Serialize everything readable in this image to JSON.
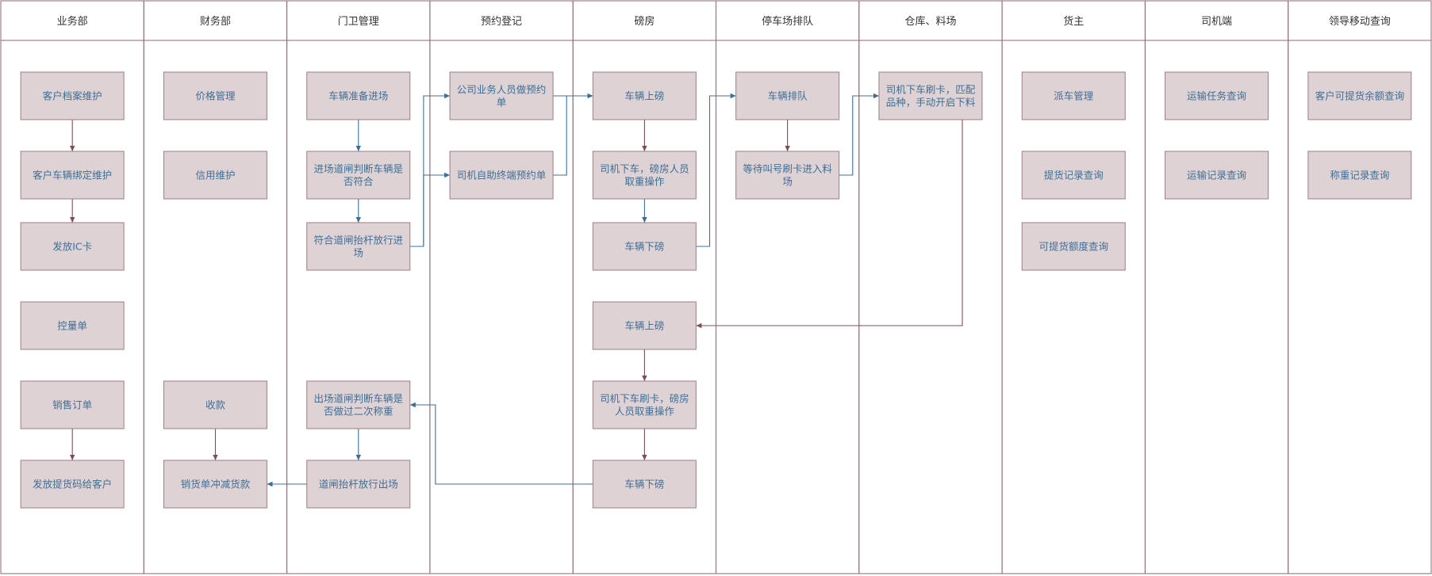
{
  "lanes": [
    "业务部",
    "财务部",
    "门卫管理",
    "预约登记",
    "磅房",
    "停车场排队",
    "仓库、料场",
    "货主",
    "司机端",
    "领导移动查询"
  ],
  "nodes": [
    {
      "id": "n1",
      "lane": 0,
      "row": 0,
      "lines": [
        "客户档案维护"
      ]
    },
    {
      "id": "n2",
      "lane": 0,
      "row": 1,
      "lines": [
        "客户车辆绑定维护"
      ]
    },
    {
      "id": "n3",
      "lane": 0,
      "row": 2,
      "lines": [
        "发放IC卡"
      ]
    },
    {
      "id": "n4",
      "lane": 0,
      "row": 3,
      "lines": [
        "控量单"
      ]
    },
    {
      "id": "n5",
      "lane": 0,
      "row": 4,
      "lines": [
        "销售订单"
      ]
    },
    {
      "id": "n6",
      "lane": 0,
      "row": 5,
      "lines": [
        "发放提货码给客户"
      ]
    },
    {
      "id": "f1",
      "lane": 1,
      "row": 0,
      "lines": [
        "价格管理"
      ]
    },
    {
      "id": "f2",
      "lane": 1,
      "row": 1,
      "lines": [
        "信用维护"
      ]
    },
    {
      "id": "f3",
      "lane": 1,
      "row": 4,
      "lines": [
        "收款"
      ]
    },
    {
      "id": "f4",
      "lane": 1,
      "row": 5,
      "lines": [
        "销货单冲减货款"
      ]
    },
    {
      "id": "g1",
      "lane": 2,
      "row": 0,
      "lines": [
        "车辆准备进场"
      ]
    },
    {
      "id": "g2",
      "lane": 2,
      "row": 1,
      "lines": [
        "进场道闸判断车辆是",
        "否符合"
      ]
    },
    {
      "id": "g3",
      "lane": 2,
      "row": 2,
      "lines": [
        "符合道闸抬杆放行进",
        "场"
      ]
    },
    {
      "id": "g4",
      "lane": 2,
      "row": 4,
      "lines": [
        "出场道闸判断车辆是",
        "否做过二次称重"
      ]
    },
    {
      "id": "g5",
      "lane": 2,
      "row": 5,
      "lines": [
        "道闸抬杆放行出场"
      ]
    },
    {
      "id": "r1",
      "lane": 3,
      "row": 0,
      "lines": [
        "公司业务人员做预约",
        "单"
      ]
    },
    {
      "id": "r2",
      "lane": 3,
      "row": 1,
      "lines": [
        "司机自助终端预约单"
      ]
    },
    {
      "id": "w1",
      "lane": 4,
      "row": 0,
      "lines": [
        "车辆上磅"
      ]
    },
    {
      "id": "w2",
      "lane": 4,
      "row": 1,
      "lines": [
        "司机下车，磅房人员",
        "取重操作"
      ]
    },
    {
      "id": "w3",
      "lane": 4,
      "row": 2,
      "lines": [
        "车辆下磅"
      ]
    },
    {
      "id": "w4",
      "lane": 4,
      "row": 3,
      "lines": [
        "车辆上磅"
      ]
    },
    {
      "id": "w5",
      "lane": 4,
      "row": 4,
      "lines": [
        "司机下车刷卡，磅房",
        "人员取重操作"
      ]
    },
    {
      "id": "w6",
      "lane": 4,
      "row": 5,
      "lines": [
        "车辆下磅"
      ]
    },
    {
      "id": "p1",
      "lane": 5,
      "row": 0,
      "lines": [
        "车辆排队"
      ]
    },
    {
      "id": "p2",
      "lane": 5,
      "row": 1,
      "lines": [
        "等待叫号刷卡进入料",
        "场"
      ]
    },
    {
      "id": "s1",
      "lane": 6,
      "row": 0,
      "lines": [
        "司机下车刷卡，匹配",
        "品种，手动开启下料"
      ]
    },
    {
      "id": "o1",
      "lane": 7,
      "row": 0,
      "lines": [
        "派车管理"
      ]
    },
    {
      "id": "o2",
      "lane": 7,
      "row": 1,
      "lines": [
        "提货记录查询"
      ]
    },
    {
      "id": "o3",
      "lane": 7,
      "row": 2,
      "lines": [
        "可提货额度查询"
      ]
    },
    {
      "id": "d1",
      "lane": 8,
      "row": 0,
      "lines": [
        "运输任务查询"
      ]
    },
    {
      "id": "d2",
      "lane": 8,
      "row": 1,
      "lines": [
        "运输记录查询"
      ]
    },
    {
      "id": "l1",
      "lane": 9,
      "row": 0,
      "lines": [
        "客户可提货余额查询"
      ]
    },
    {
      "id": "l2",
      "lane": 9,
      "row": 1,
      "lines": [
        "称重记录查询"
      ]
    }
  ],
  "edges": [
    {
      "from": "n1",
      "to": "n2",
      "color": "#7a4f5a"
    },
    {
      "from": "n2",
      "to": "n3",
      "color": "#7a4f5a"
    },
    {
      "from": "n5",
      "to": "n6",
      "color": "#7a4f5a"
    },
    {
      "from": "f3",
      "to": "f4",
      "color": "#7a4f5a"
    },
    {
      "from": "g1",
      "to": "g2",
      "color": "#3c6f98"
    },
    {
      "from": "g2",
      "to": "g3",
      "color": "#3c6f98"
    },
    {
      "from": "g3",
      "to": "r1",
      "color": "#3c6f98"
    },
    {
      "from": "g3",
      "to": "r2",
      "color": "#3c6f98"
    },
    {
      "from": "r1",
      "to": "w1",
      "color": "#3c6f98"
    },
    {
      "from": "r2",
      "to": "w1",
      "color": "#3c6f98"
    },
    {
      "from": "w1",
      "to": "w2",
      "color": "#7a4f5a"
    },
    {
      "from": "w2",
      "to": "w3",
      "color": "#3c6f98"
    },
    {
      "from": "w3",
      "to": "p1",
      "color": "#3c6f98"
    },
    {
      "from": "p1",
      "to": "p2",
      "color": "#7a4f5a"
    },
    {
      "from": "p2",
      "to": "s1",
      "color": "#3c6f98"
    },
    {
      "from": "s1",
      "to": "w4",
      "color": "#7a4f5a"
    },
    {
      "from": "w4",
      "to": "w5",
      "color": "#7a4f5a"
    },
    {
      "from": "w5",
      "to": "w6",
      "color": "#7a4f5a"
    },
    {
      "from": "w6",
      "to": "g4",
      "color": "#3c6f98"
    },
    {
      "from": "g4",
      "to": "g5",
      "color": "#3c6f98"
    },
    {
      "from": "g5",
      "to": "f4",
      "color": "#3c6f98"
    }
  ]
}
